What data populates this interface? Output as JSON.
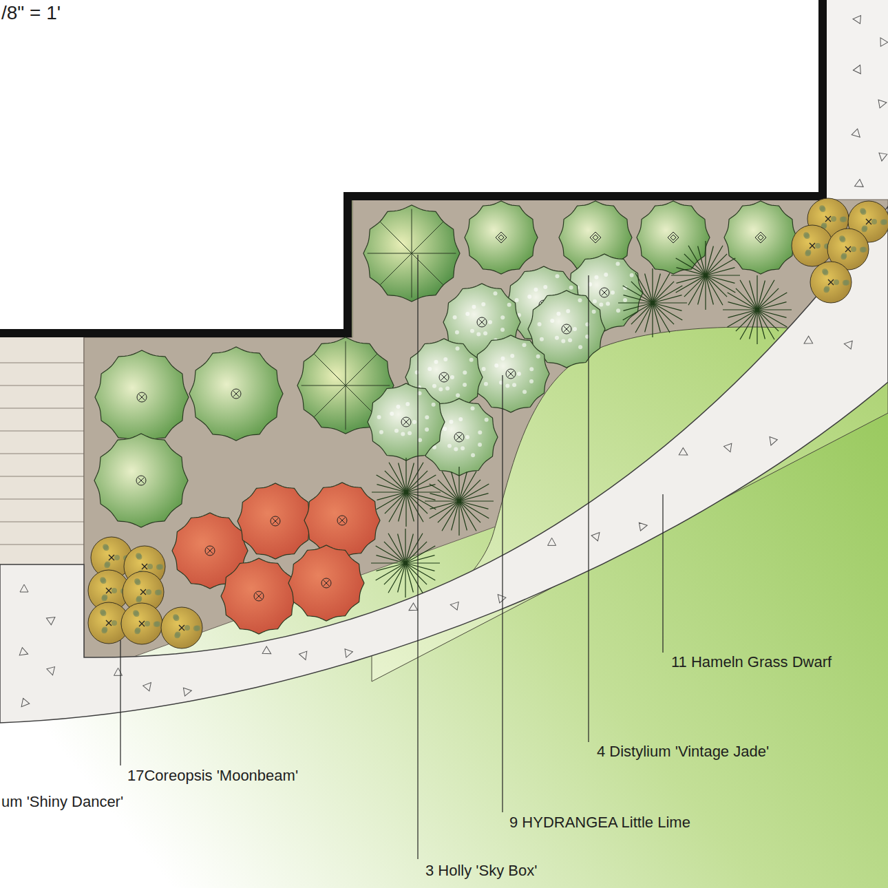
{
  "diagram": {
    "labels": [
      "/8\" = 1'",
      "11 Hameln Grass Dwarf",
      "4 Distylium 'Vintage Jade'",
      "17Coreopsis 'Moonbeam'",
      "um 'Shiny Dancer'",
      "9 HYDRANGEA Little Lime",
      "3 Holly 'Sky Box'"
    ]
  }
}
